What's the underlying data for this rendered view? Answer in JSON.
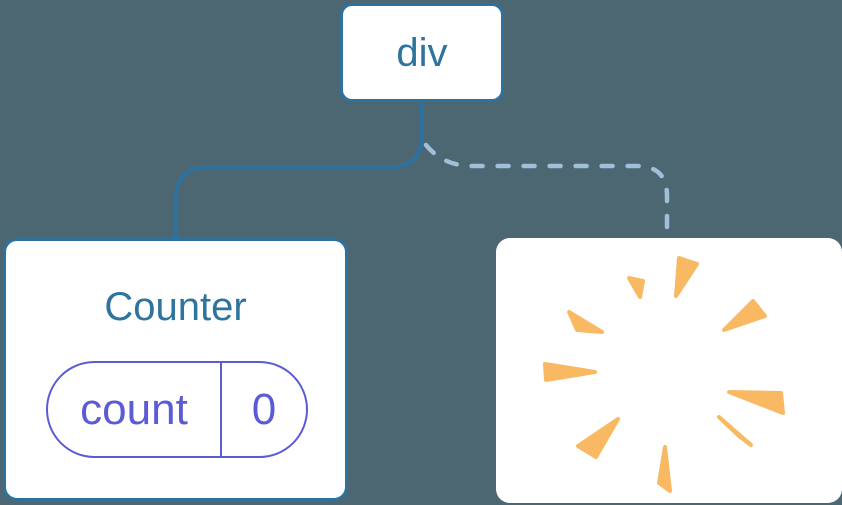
{
  "diagram": {
    "description": "component-tree-diagram",
    "root_node": {
      "label": "div"
    },
    "counter_card": {
      "title": "Counter",
      "state_pill": {
        "name": "count",
        "value": "0"
      }
    },
    "removed_card": {
      "icon": "poof-burst-icon"
    },
    "links": {
      "left": "solid",
      "right": "dashed"
    }
  },
  "colors": {
    "background": "#4C6772",
    "line-blue": "#2E719F",
    "text-blue": "#2F739F",
    "dashed-blue": "#A0C0D9",
    "state-purple": "#5B5BD6",
    "burst-orange": "#F9B963",
    "card-bg": "#FFFFFF"
  }
}
